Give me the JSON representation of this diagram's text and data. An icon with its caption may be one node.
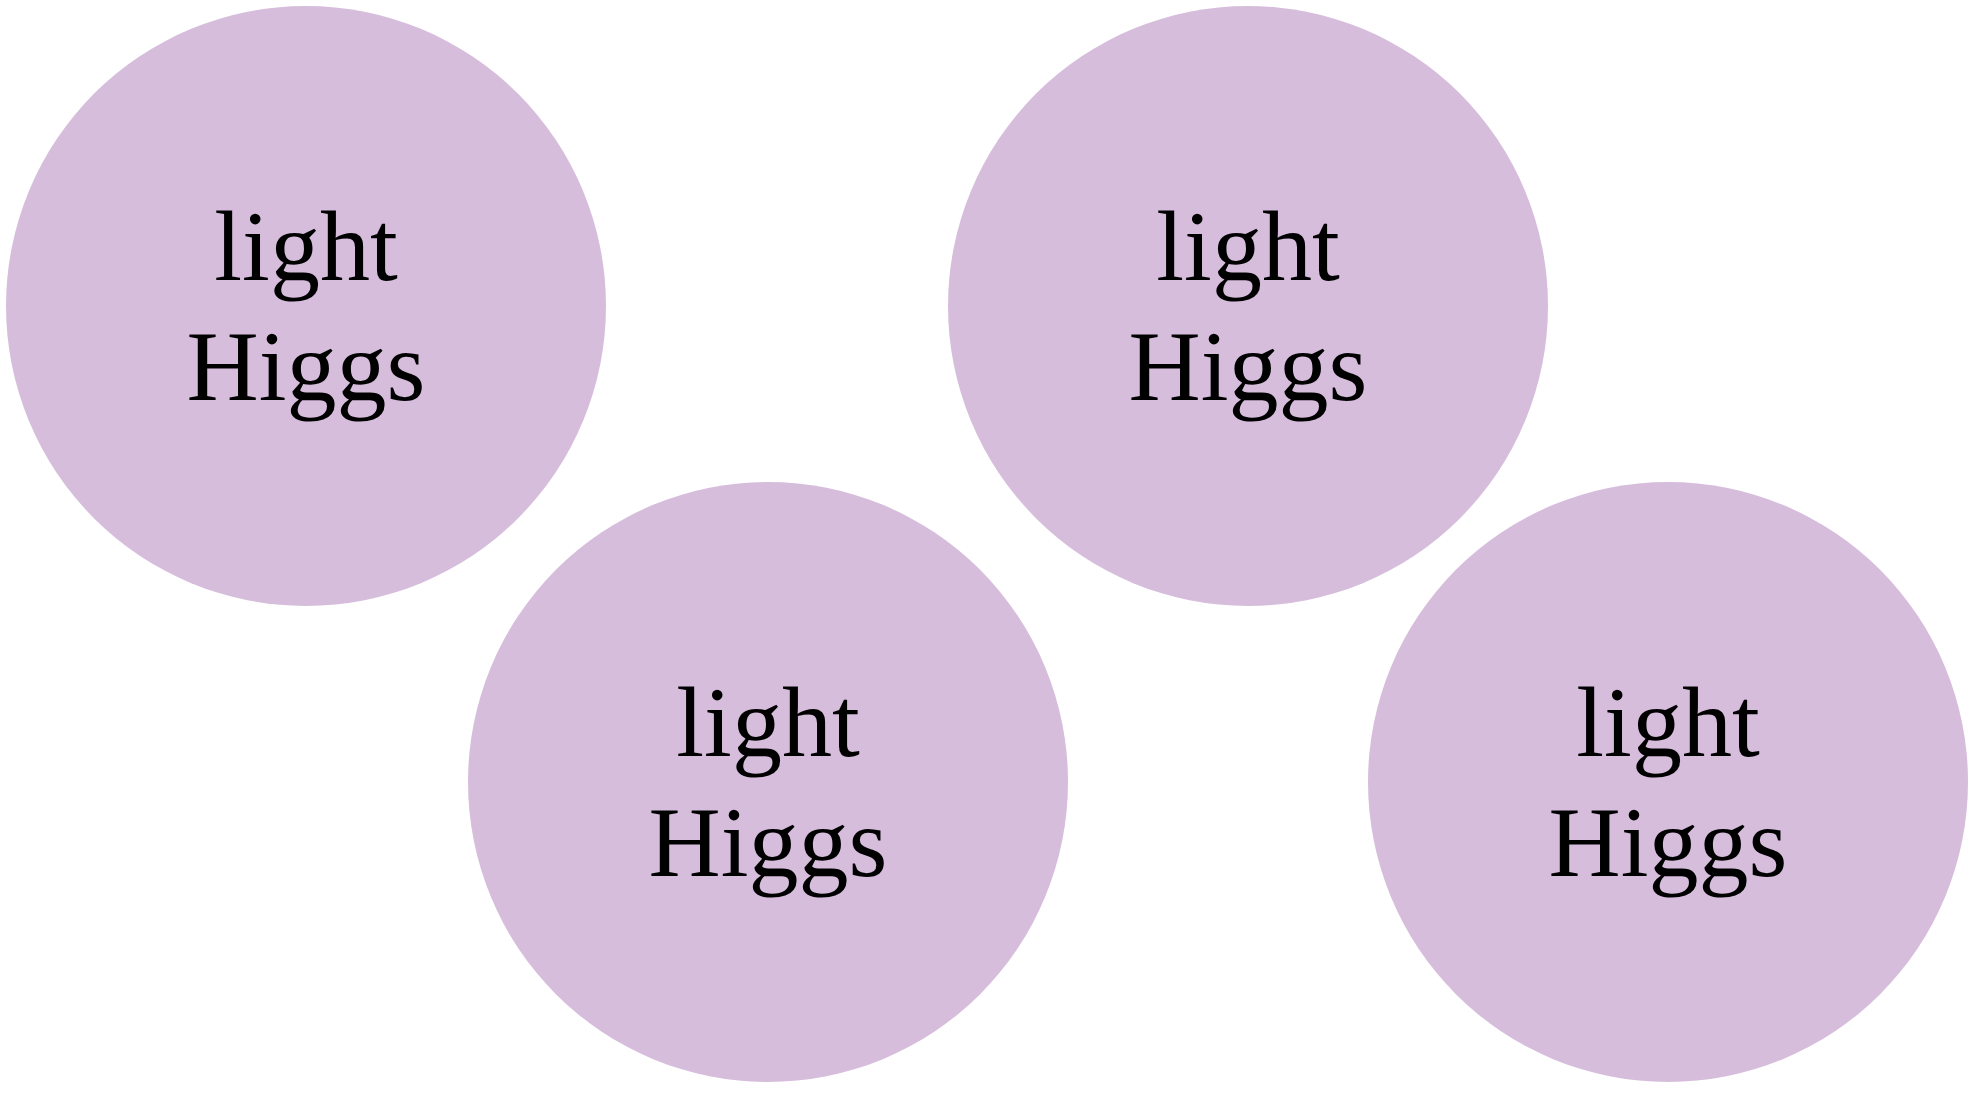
{
  "diagram": {
    "nodes": [
      {
        "text": [
          "light Higgs"
        ]
      },
      {
        "text": [
          "light Higgs"
        ]
      },
      {
        "text": [
          "light Higgs"
        ]
      },
      {
        "text": [
          "light Higgs"
        ]
      }
    ]
  }
}
